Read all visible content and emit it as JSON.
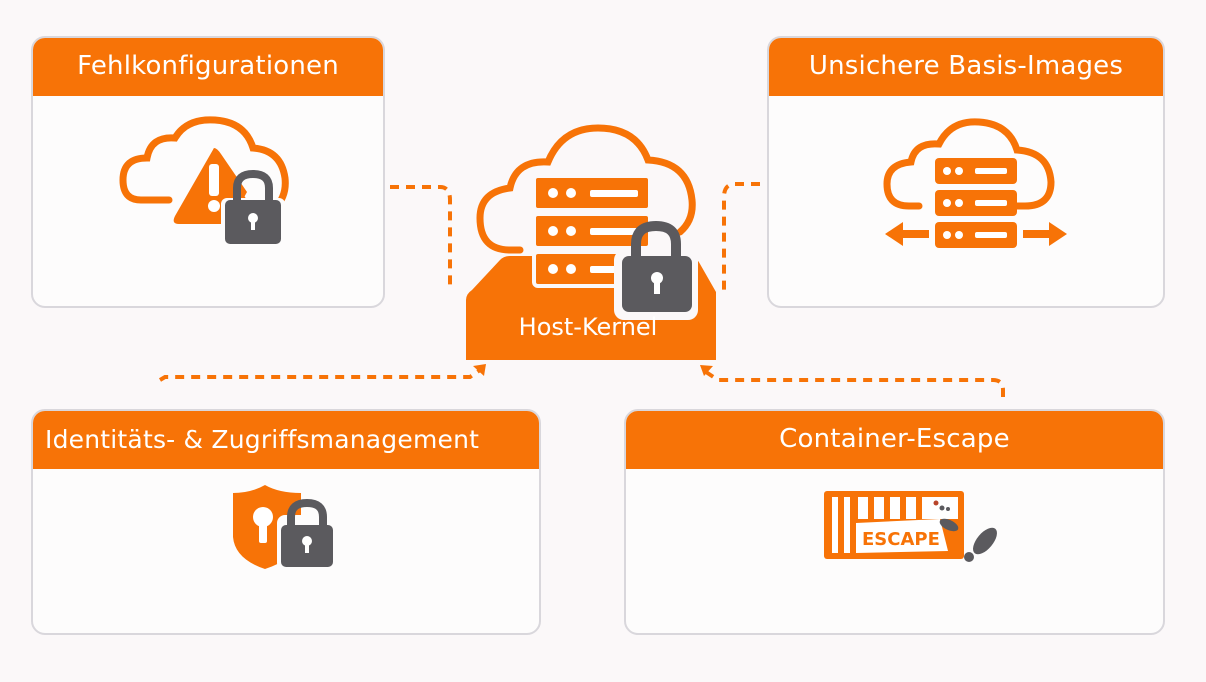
{
  "diagram": {
    "title": "Container-Sicherheitsrisiken rund um den Host-Kernel",
    "center": {
      "label": "Host-Kernel",
      "icon": "cloud-server-lock-icon"
    },
    "cards": [
      {
        "id": "misconfig",
        "title": "Fehlkonfigurationen",
        "icon": "cloud-warning-lock-icon"
      },
      {
        "id": "base-images",
        "title": "Unsichere Basis-Images",
        "icon": "cloud-server-arrows-icon"
      },
      {
        "id": "iam",
        "title": "Identitäts- & Zugriffsmanagement",
        "icon": "shield-keyhole-lock-icon"
      },
      {
        "id": "escape",
        "title": "Container-Escape",
        "icon": "container-escape-footprints-icon",
        "badge": "ESCAPE"
      }
    ],
    "connectors": [
      {
        "from": "misconfig",
        "to": "center",
        "style": "dashed"
      },
      {
        "from": "base-images",
        "to": "center",
        "style": "dashed"
      },
      {
        "from": "iam",
        "to": "center",
        "style": "dashed-arrow"
      },
      {
        "from": "escape",
        "to": "center",
        "style": "dashed-arrow"
      }
    ],
    "colors": {
      "accent": "#f77307",
      "lock": "#5b5a5e",
      "card_border": "#d9d7dc",
      "background": "#fbf8f9"
    }
  }
}
